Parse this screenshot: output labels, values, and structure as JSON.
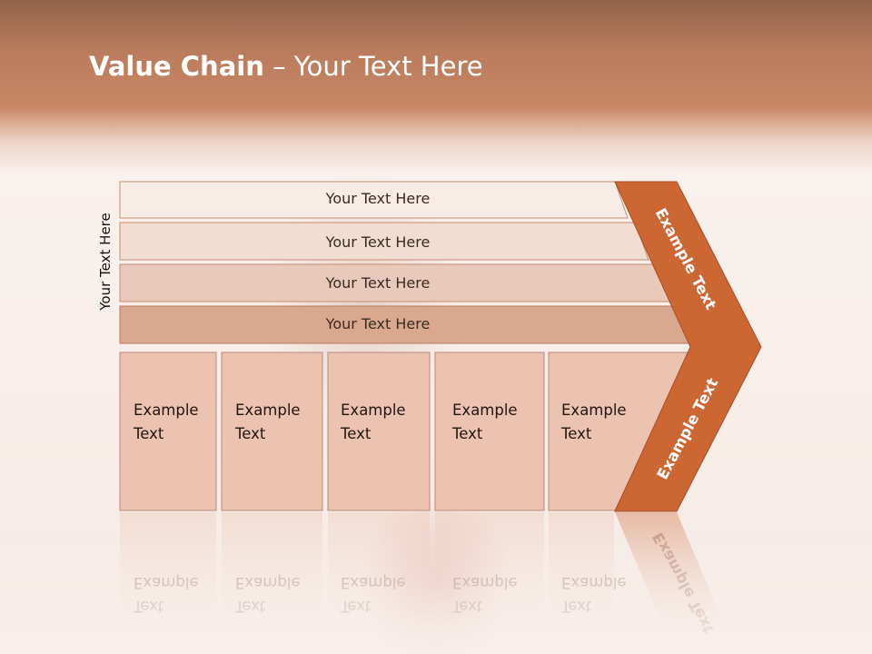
{
  "title": {
    "bold": "Value Chain",
    "rest": " – Your Text Here"
  },
  "vertical_label": "Your Text Here",
  "bars": [
    {
      "label": "Your Text Here"
    },
    {
      "label": "Your Text Here"
    },
    {
      "label": "Your Text Here"
    },
    {
      "label": "Your Text Here"
    }
  ],
  "columns": [
    {
      "line1": "Example",
      "line2": "Text"
    },
    {
      "line1": "Example",
      "line2": "Text"
    },
    {
      "line1": "Example",
      "line2": "Text"
    },
    {
      "line1": "Example",
      "line2": "Text"
    },
    {
      "line1": "Example",
      "line2": "Text"
    }
  ],
  "chevron": {
    "upper_label": "Example Text",
    "lower_label": "Example Text"
  },
  "colors": {
    "header": "#c88866",
    "chevron_fill": "#cc6633",
    "bar1": "#f8ece6",
    "bar2": "#f1ddd2",
    "bar3": "#e9c9b9",
    "bar4": "#d9a88f",
    "column_fill": "#ecc3b0"
  }
}
